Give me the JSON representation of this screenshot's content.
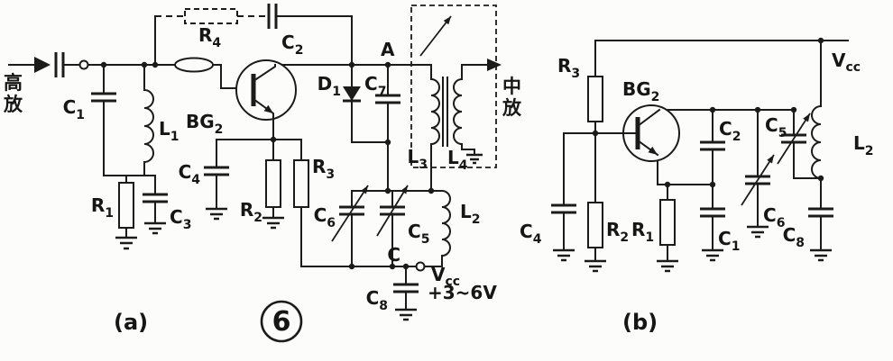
{
  "figure": {
    "number": "6",
    "caption_a": "(a)",
    "caption_b": "(b)"
  },
  "circuit_a": {
    "input_label": "高放",
    "output_label": "中放",
    "supply": "+3~6V",
    "nodes": {
      "A": "A",
      "C": "C"
    },
    "components": {
      "C1": {
        "n": "C",
        "s": "1"
      },
      "L1": {
        "n": "L",
        "s": "1"
      },
      "R1": {
        "n": "R",
        "s": "1"
      },
      "C3": {
        "n": "C",
        "s": "3"
      },
      "R4": {
        "n": "R",
        "s": "4"
      },
      "C2": {
        "n": "C",
        "s": "2"
      },
      "BG2": {
        "n": "BG",
        "s": "2"
      },
      "C4": {
        "n": "C",
        "s": "4"
      },
      "R2": {
        "n": "R",
        "s": "2"
      },
      "R3": {
        "n": "R",
        "s": "3"
      },
      "D1": {
        "n": "D",
        "s": "1"
      },
      "C7": {
        "n": "C",
        "s": "7"
      },
      "L3": {
        "n": "L",
        "s": "3"
      },
      "L4": {
        "n": "L",
        "s": "4"
      },
      "C6": {
        "n": "C",
        "s": "6"
      },
      "C5": {
        "n": "C",
        "s": "5"
      },
      "L2": {
        "n": "L",
        "s": "2"
      },
      "C8": {
        "n": "C",
        "s": "8"
      },
      "Vcc": {
        "n": "V",
        "s": "cc"
      }
    }
  },
  "circuit_b": {
    "components": {
      "R3": {
        "n": "R",
        "s": "3"
      },
      "BG2": {
        "n": "BG",
        "s": "2"
      },
      "C4": {
        "n": "C",
        "s": "4"
      },
      "R2": {
        "n": "R",
        "s": "2"
      },
      "R1": {
        "n": "R",
        "s": "1"
      },
      "C1": {
        "n": "C",
        "s": "1"
      },
      "C2": {
        "n": "C",
        "s": "2"
      },
      "C5": {
        "n": "C",
        "s": "5"
      },
      "C6": {
        "n": "C",
        "s": "6"
      },
      "C8": {
        "n": "C",
        "s": "8"
      },
      "L2": {
        "n": "L",
        "s": "2"
      },
      "Vcc": {
        "n": "V",
        "s": "cc"
      }
    }
  }
}
